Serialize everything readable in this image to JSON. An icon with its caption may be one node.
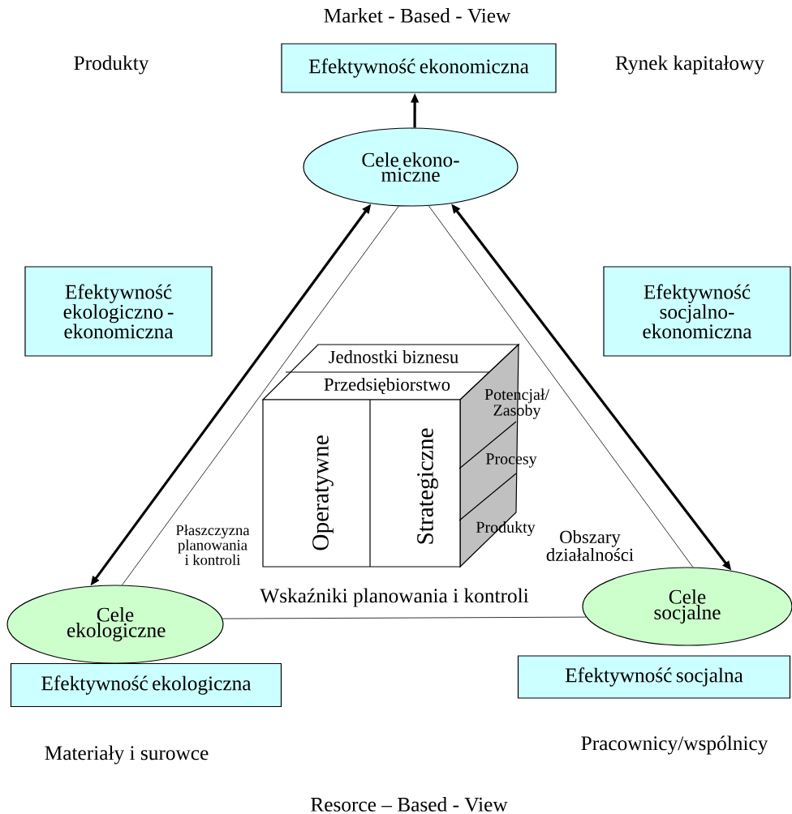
{
  "diagram": {
    "title": "Market - Based - View",
    "caption": "Resorce – Based - View",
    "nodes": [
      {
        "text": [
          "Efektywność ekonomiczna"
        ]
      },
      {
        "text": [
          "Cele ekono- miczne"
        ]
      },
      {
        "text": [
          "Efektywność ekologiczno - ekonomiczna"
        ]
      },
      {
        "text": [
          "Efektywność socjalno- ekonomiczna"
        ]
      },
      {
        "text": [
          "Cele ekologiczne"
        ]
      },
      {
        "text": [
          "Cele socjalne"
        ]
      },
      {
        "text": [
          "Efektywność ekologiczna"
        ]
      },
      {
        "text": [
          "Efektywność socjalna"
        ]
      }
    ],
    "edges": [
      {
        "from": 1,
        "to": 0,
        "arrow": "to",
        "style": "thick"
      },
      {
        "from": 1,
        "to": 4,
        "arrow": "both",
        "style": "thick"
      },
      {
        "from": 1,
        "to": 4,
        "arrow": "none"
      },
      {
        "from": 1,
        "to": 5,
        "arrow": "both",
        "style": "thick"
      },
      {
        "from": 1,
        "to": 5,
        "arrow": "none"
      },
      {
        "from": 4,
        "to": 5,
        "arrow": "none",
        "label": "Wskaźniki planowania i kontroli"
      }
    ],
    "labels": [
      "Produkty",
      "Rynek kapitałowy",
      "Jednostki biznesu",
      "Przedsiębiorstwo",
      "Potencjał/ Zasoby",
      "Operatywne",
      "Strategiczne",
      "Procesy",
      "Produkty",
      "Płaszczyzna planowania i kontroli",
      "Obszary działalności",
      "Materiały i surowce",
      "Pracownicy/wspólnicy"
    ]
  }
}
